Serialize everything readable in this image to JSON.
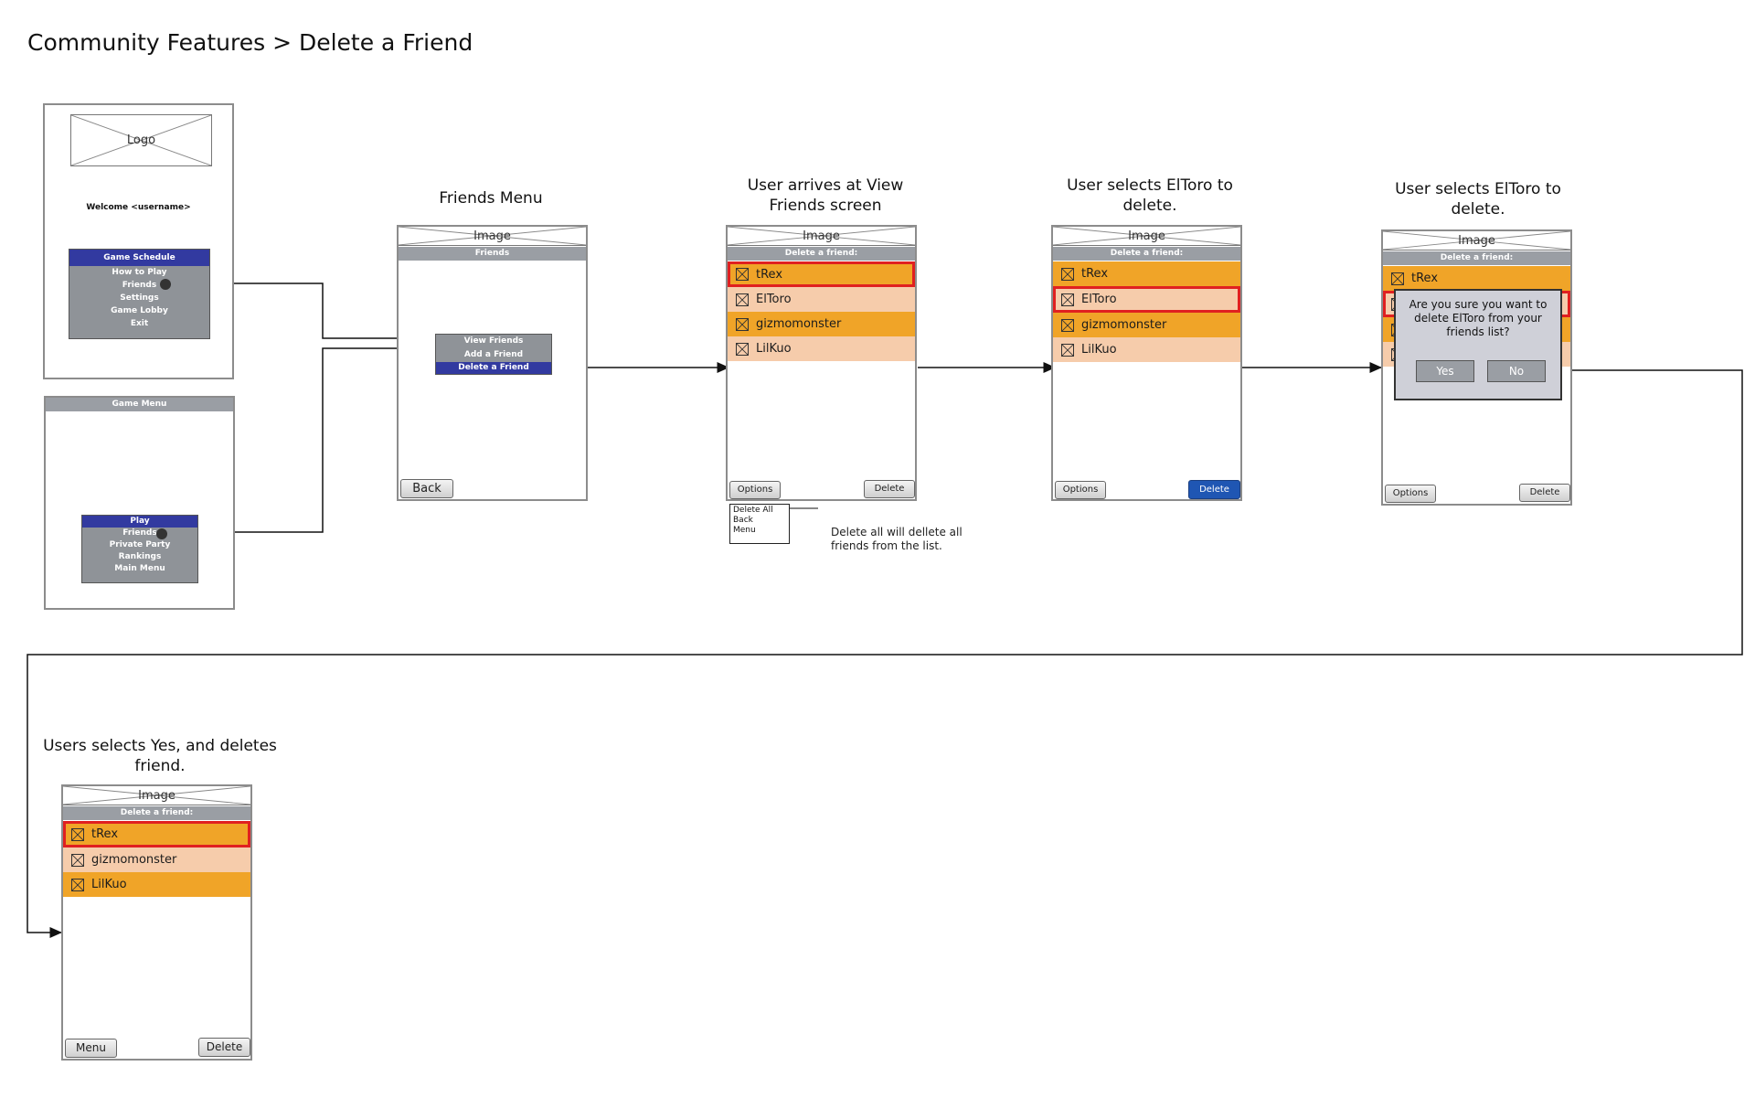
{
  "title": "Community Features > Delete a Friend",
  "logo_label": "Logo",
  "image_label": "Image",
  "welcome_text": "Welcome <username>",
  "main_menu": {
    "items": [
      "Game Schedule",
      "How to Play",
      "Friends",
      "Settings",
      "Game Lobby",
      "Exit"
    ]
  },
  "game_menu": {
    "header": "Game Menu",
    "items": [
      "Play",
      "Friends",
      "Private Party",
      "Rankings",
      "Main Menu"
    ]
  },
  "friends_menu": {
    "caption": "Friends Menu",
    "header": "Friends",
    "items": [
      "View Friends",
      "Add a Friend",
      "Delete a Friend"
    ],
    "back": "Back"
  },
  "list_header": "Delete a friend:",
  "options_label": "Options",
  "delete_label": "Delete",
  "menu_label": "Menu",
  "friends": [
    "tRex",
    "ElToro",
    "gizmomonster",
    "LilKuo"
  ],
  "friends_after": [
    "tRex",
    "gizmomonster",
    "LilKuo"
  ],
  "screen_view": {
    "caption": "User arrives at View Friends screen"
  },
  "screen_select": {
    "caption": "User selects ElToro to delete."
  },
  "screen_confirm": {
    "caption": "User selects ElToro to delete."
  },
  "screen_deleted": {
    "caption": "Users selects Yes, and deletes friend."
  },
  "options_popup": {
    "items": [
      "Delete All",
      "Back",
      "Menu"
    ]
  },
  "options_note": "Delete all will dellete all friends from the list.",
  "dialog": {
    "text": "Are you sure you want to delete ElToro from your friends list?",
    "yes": "Yes",
    "no": "No"
  },
  "colors": {
    "row_dark": "#f0a428",
    "row_light": "#f6ccab",
    "highlight": "#e02020",
    "menu_select": "#323aa0",
    "delete_active": "#1f56b3"
  }
}
